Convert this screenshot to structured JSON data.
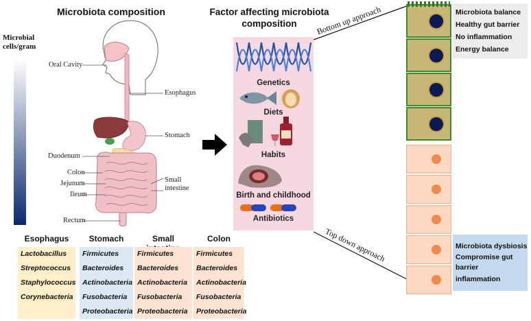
{
  "left": {
    "title": "Microbiota composition",
    "gradient_label": [
      "Microbial",
      "cells/gram"
    ],
    "anatomy_labels": {
      "oral": "Oral Cavity",
      "esophagus": "Esophagus",
      "stomach": "Stomach",
      "duodenum": "Duodenum",
      "colon": "Colon",
      "jejunum": "Jejunum",
      "ileum": "Ileum",
      "small_intestine": [
        "Small",
        "intestine"
      ],
      "rectum": "Rectum"
    }
  },
  "middle": {
    "title": [
      "Factor affecting microbiota",
      "composition"
    ],
    "factors": [
      "Genetics",
      "Diets",
      "Habits",
      "Birth and childhood",
      "Antibiotics"
    ]
  },
  "approaches": {
    "bottom_up": "Bottom up approach",
    "top_down": "Top down approach"
  },
  "healthy_box": [
    "Microbiota balance",
    "Healthy gut barrier",
    "No inflammation",
    "Energy balance"
  ],
  "dysbiosis_box": [
    "Microbiota dysbiosis",
    "Compromise gut",
    "barrier",
    "inflammation"
  ],
  "table": [
    {
      "header": "Esophagus",
      "color": "#fdf0c8",
      "items": [
        "Lactobacillus",
        "Streptococcus",
        "Staphylococcus",
        "Corynebacteria"
      ]
    },
    {
      "header": "Stomach",
      "color": "#dce9f5",
      "items": [
        "Firmicutes",
        "Bacteroides",
        "Actinobacteria",
        "Fusobacteria",
        "Proteobacteria"
      ]
    },
    {
      "header": "Small intestine",
      "color": "#fde4d2",
      "items": [
        "Firmicutes",
        "Bacteroides",
        "Actinobacteria",
        "Fusobacteria",
        "Proteobacteria"
      ]
    },
    {
      "header": "Colon",
      "color": "#fde4d2",
      "items": [
        "Firmicutes",
        "Bacteroides",
        "Actinobacteria",
        "Fusobacteria",
        "Proteobacteria"
      ]
    }
  ]
}
